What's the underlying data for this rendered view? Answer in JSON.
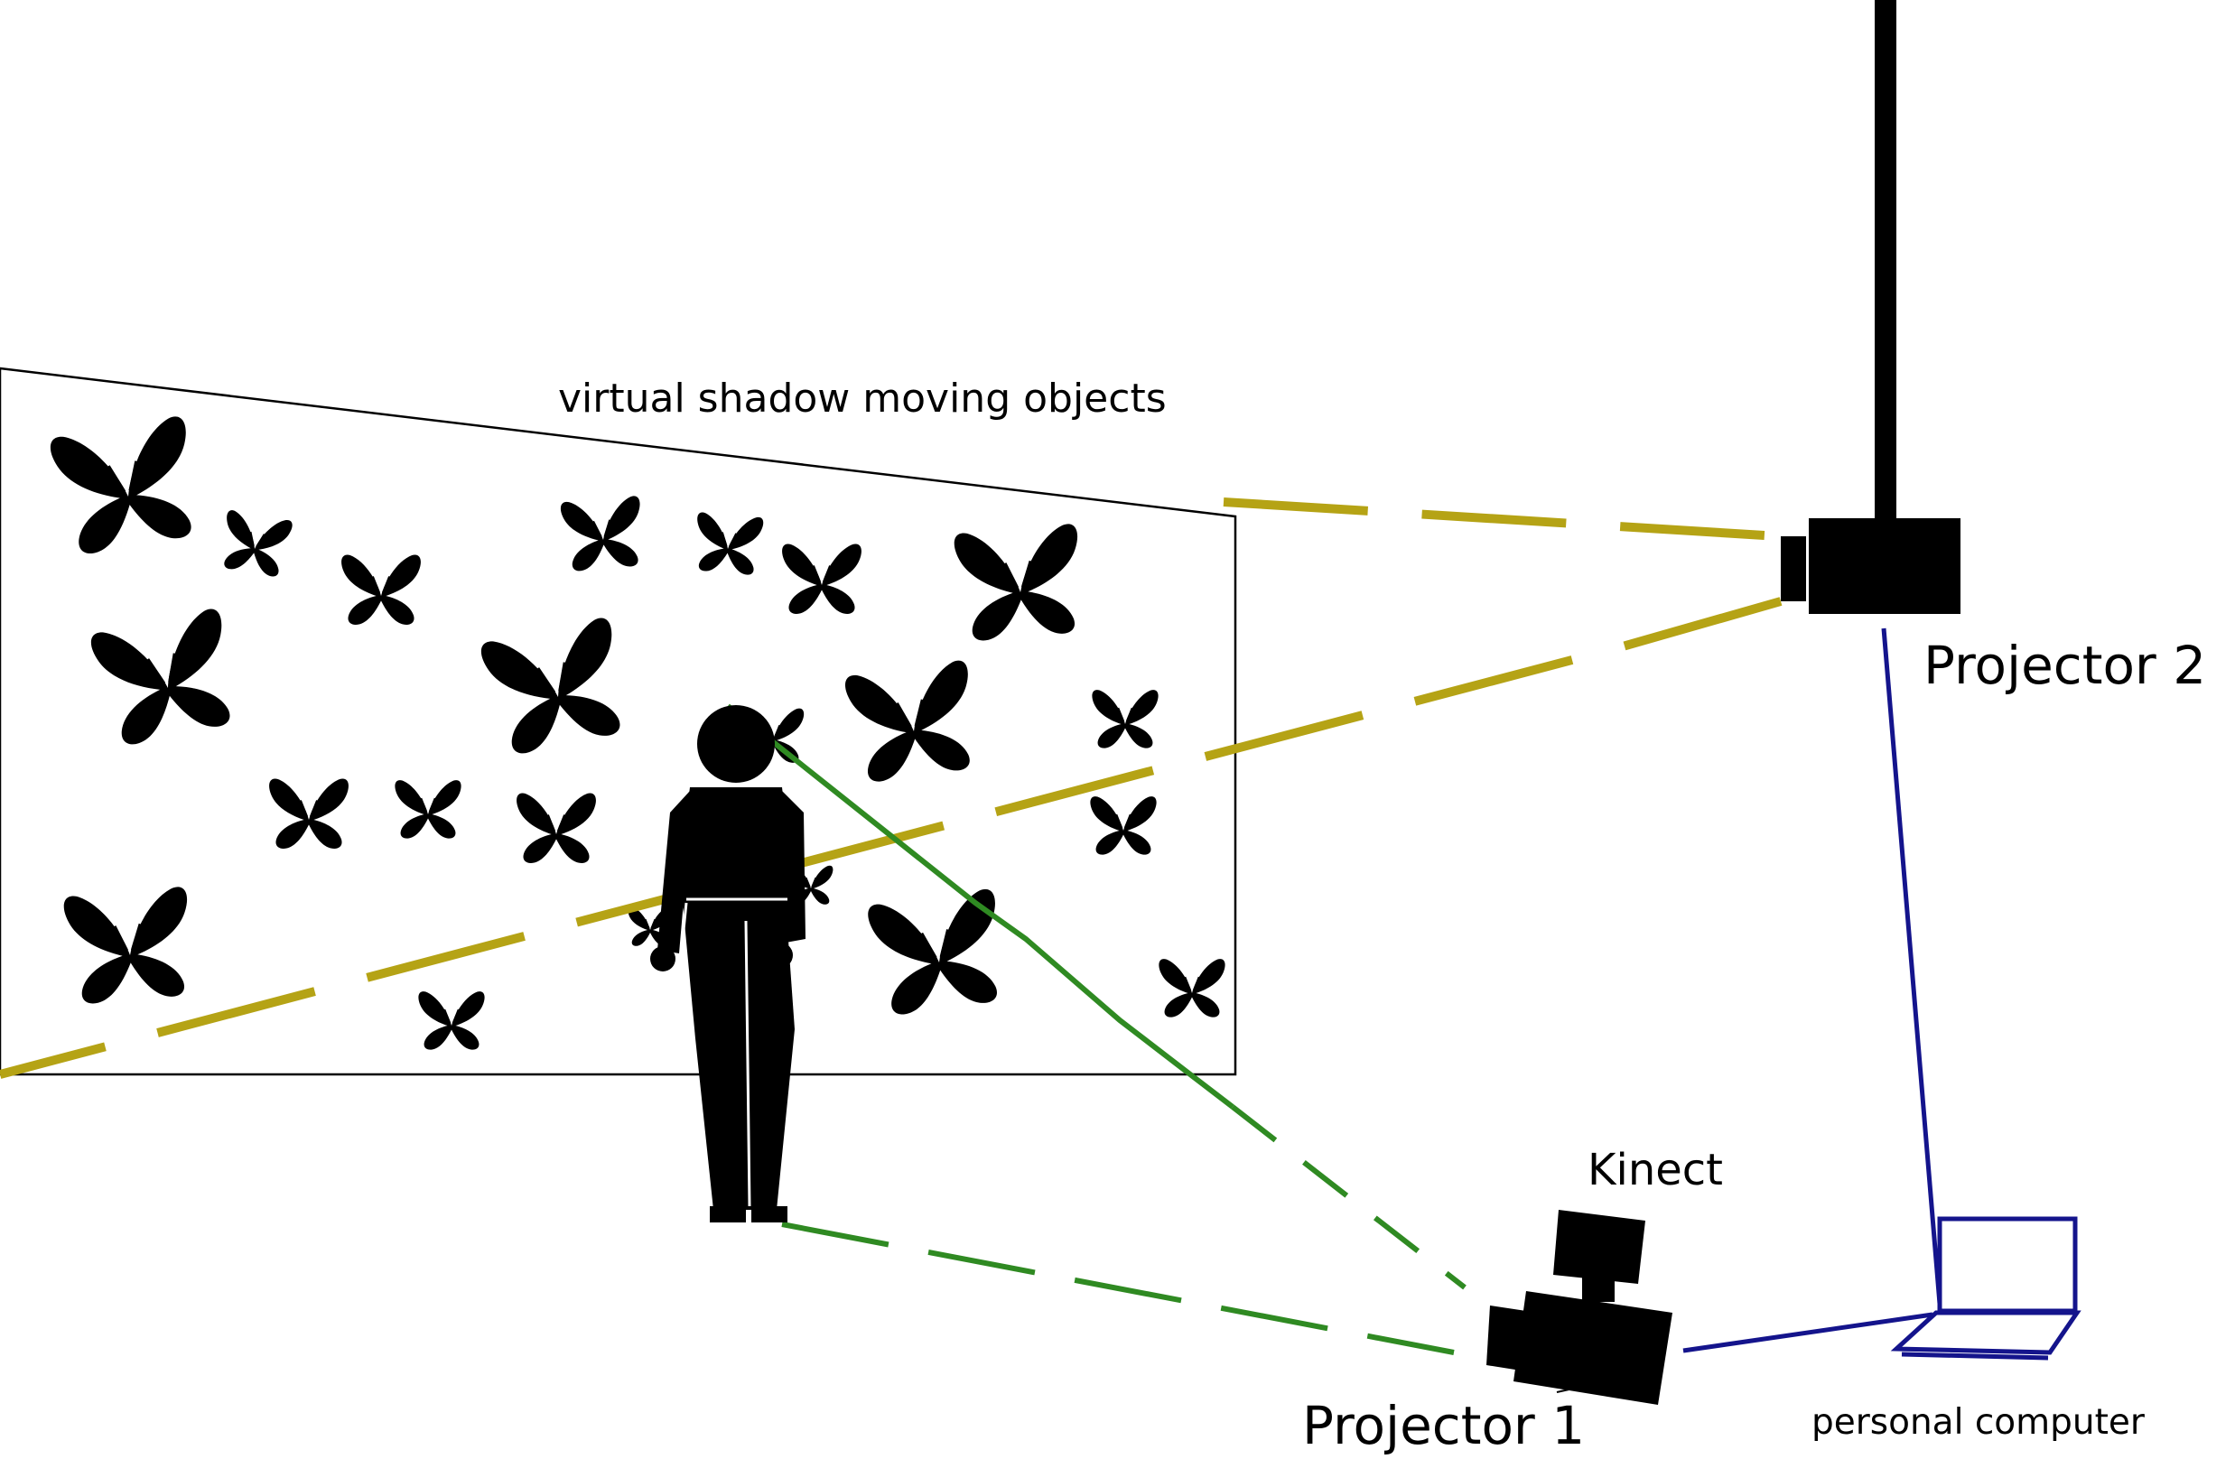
{
  "labels": {
    "wall": "virtual shadow moving objects",
    "projector2": "Projector 2",
    "kinect": "Kinect",
    "projector1": "Projector 1",
    "computer": "personal computer"
  },
  "colors": {
    "projector2_beam": "#b5a315",
    "projector1_beam": "#2f8a22",
    "cable": "#14148c",
    "silhouette": "#000000",
    "background": "#ffffff"
  },
  "icons": [
    "butterfly-icon",
    "person-silhouette",
    "projector-icon",
    "kinect-sensor-icon",
    "laptop-icon"
  ]
}
